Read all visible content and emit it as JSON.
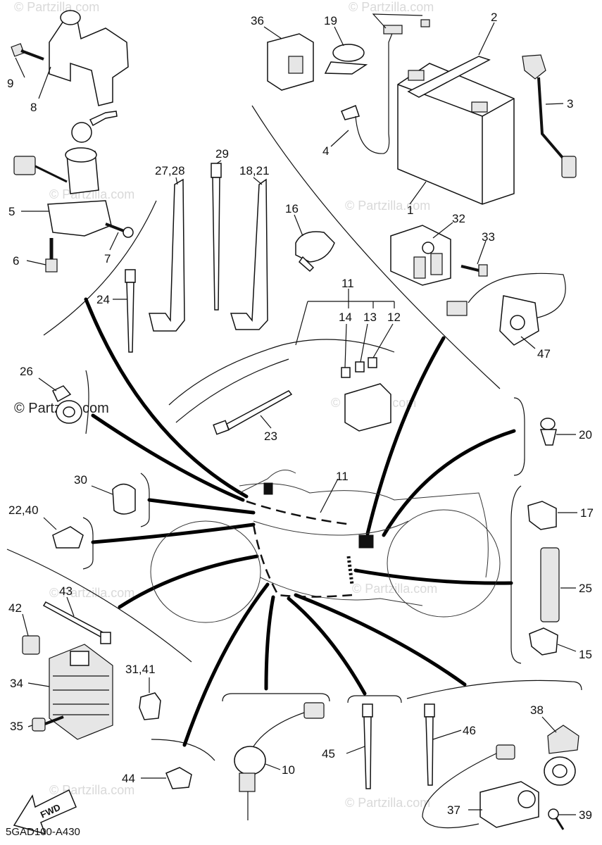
{
  "watermark": {
    "brand": "© Partzilla.com"
  },
  "diagram_code": "5GAD100-A430",
  "fwd_label": "FWD",
  "callouts": {
    "c1": "1",
    "c2": "2",
    "c3": "3",
    "c4": "4",
    "c5": "5",
    "c6": "6",
    "c7": "7",
    "c8": "8",
    "c9": "9",
    "c10": "10",
    "c11a": "11",
    "c11b": "11",
    "c12": "12",
    "c13": "13",
    "c14": "14",
    "c15": "15",
    "c16": "16",
    "c17": "17",
    "c18_21": "18,21",
    "c19": "19",
    "c20": "20",
    "c22_40": "22,40",
    "c23": "23",
    "c24": "24",
    "c25": "25",
    "c26": "26",
    "c27_28": "27,28",
    "c29": "29",
    "c30": "30",
    "c31_41": "31,41",
    "c32": "32",
    "c33": "33",
    "c34": "34",
    "c35": "35",
    "c36": "36",
    "c37": "37",
    "c38": "38",
    "c39": "39",
    "c42": "42",
    "c43": "43",
    "c44": "44",
    "c45": "45",
    "c46": "46",
    "c47": "47"
  }
}
